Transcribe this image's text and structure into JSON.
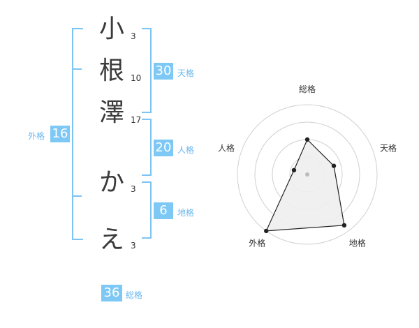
{
  "name": {
    "chars": [
      {
        "char": "小",
        "strokes": "3"
      },
      {
        "char": "根",
        "strokes": "10"
      },
      {
        "char": "澤",
        "strokes": "17"
      },
      {
        "char": "か",
        "strokes": "3"
      },
      {
        "char": "え",
        "strokes": "3"
      }
    ]
  },
  "scores": {
    "tenkaku": {
      "value": "30",
      "label": "天格"
    },
    "jinkaku": {
      "value": "20",
      "label": "人格"
    },
    "chikaku": {
      "value": "6",
      "label": "地格"
    },
    "gaikaku": {
      "value": "16",
      "label": "外格"
    },
    "soukaku": {
      "value": "36",
      "label": "総格"
    }
  },
  "colors": {
    "accent": "#7ec8f5",
    "bracket": "#7cc4f4"
  },
  "chart_data": {
    "type": "radar",
    "axes": [
      "総格",
      "天格",
      "地格",
      "外格",
      "人格"
    ],
    "values": [
      0.5,
      0.4,
      0.9,
      1.0,
      0.2
    ],
    "rings": 4,
    "range": [
      0,
      1
    ]
  }
}
